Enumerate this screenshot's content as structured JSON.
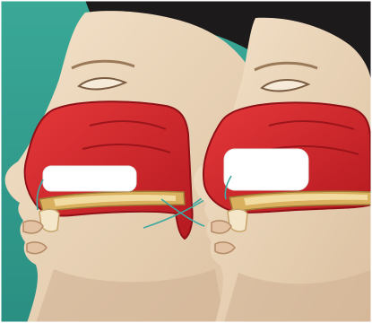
{
  "image": {
    "subject": "medical-illustration",
    "panel_count": 2
  },
  "colors": {
    "background": "#2f9e8e",
    "skin": "#ecd8bf",
    "skin_shadow": "#cfb193",
    "hair": "#1c1a1a",
    "cavity_red": "#d9262b",
    "cavity_dark": "#a7151c",
    "bone": "#d9b05e",
    "bone_light": "#f1dba0",
    "pack": "#ffffff",
    "string": "#3fa8a0"
  },
  "panels": [
    {
      "name": "left-profile",
      "pack": "nasal-pack-small"
    },
    {
      "name": "right-profile",
      "pack": "nasal-pack-large"
    }
  ]
}
